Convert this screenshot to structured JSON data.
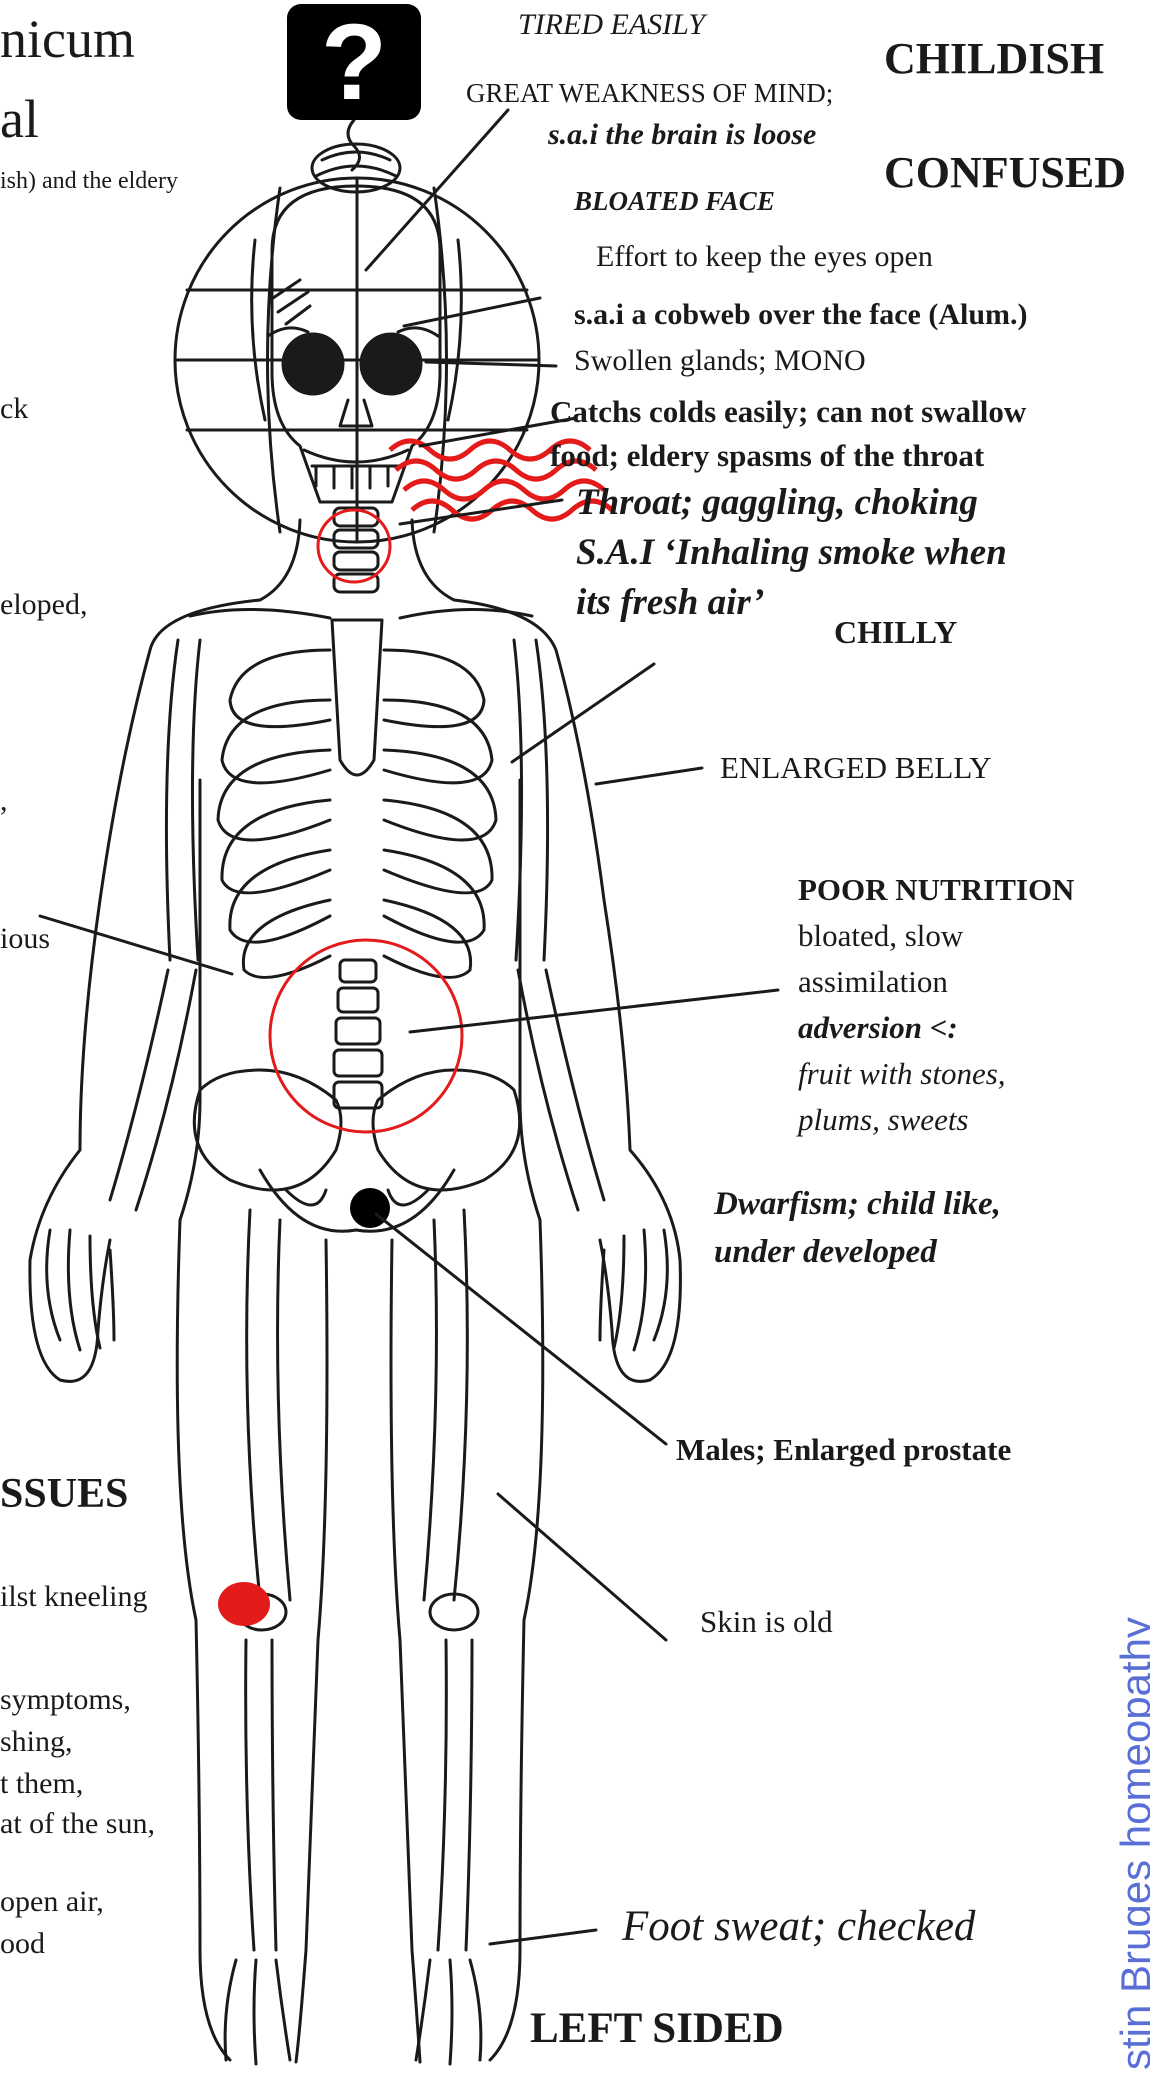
{
  "left_fragments": {
    "title1": "nicum",
    "title2": "al",
    "subtitle": "ish) and the eldery",
    "f_ck": "ck",
    "f_eloped": "eloped,",
    "f_comma": ",",
    "f_ious": "ious",
    "issues_heading": "SSUES",
    "f_kneeling": "ilst kneeling",
    "f_symptoms": "symptoms,",
    "f_shing": "shing,",
    "f_them": "t them,",
    "f_sun": "at of the sun,",
    "f_openair": "open air,",
    "f_ood": "ood"
  },
  "question_mark": "?",
  "labels": {
    "tired": "TIRED EASILY",
    "childish": "CHILDISH",
    "weakness": "GREAT WEAKNESS OF MIND;",
    "brain_loose": "s.a.i the brain is loose",
    "confused": "CONFUSED",
    "bloated_face": "BLOATED FACE",
    "effort_eyes": "Effort to keep the eyes open",
    "cobweb": "s.a.i a cobweb over the face (Alum.)",
    "glands": "Swollen glands; MONO",
    "colds1": "Catchs colds easily; can not swallow",
    "colds2": "food; eldery spasms of the throat",
    "throat1": "Throat; gaggling, choking",
    "throat2": "S.A.I ‘Inhaling smoke when",
    "throat3": "its fresh air’",
    "chilly": "CHILLY",
    "belly": "ENLARGED BELLY",
    "nutrition": "POOR NUTRITION",
    "nut2": "bloated, slow",
    "nut3": "assimilation",
    "adversion": "adversion <:",
    "fruit": "fruit with stones,",
    "plums": "plums, sweets",
    "dwarf1": "Dwarfism; child like,",
    "dwarf2": "under developed",
    "prostate": "Males; Enlarged prostate",
    "skin": "Skin is old",
    "foot": "Foot sweat; checked",
    "left_sided": "LEFT SIDED"
  },
  "watermark": "stin Bruges homeopathy",
  "colors": {
    "ink": "#1a1a1a",
    "highlight": "#e31b1b",
    "watermark": "#5a6fd6",
    "box": "#000000"
  }
}
